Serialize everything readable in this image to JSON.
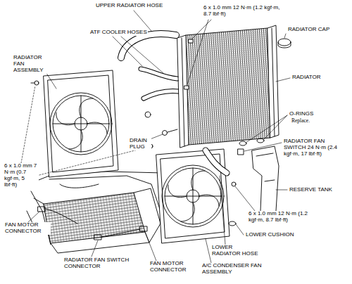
{
  "diagram": {
    "labels": [
      "UPPER RADIATOR HOSE",
      "6 x 1.0 mm 12 N·m (1.2 kgf·m, 8.7 lbf·ft)",
      "ATF COOLER HOSES",
      "RADIATOR CAP",
      "RADIATOR FAN ASSEMBLY",
      "RADIATOR",
      "O-RINGS",
      "Replace.",
      "DRAIN PLUG",
      "RADIATOR FAN SWITCH 24 N·m (2.4 kgf·m, 17 lbf·ft)",
      "6 x 1.0 mm 7 N·m (0.7 kgf·m, 5 lbf·ft)",
      "RESERVE TANK",
      "6 x 1.0 mm 12 N·m (1.2 kgf·m, 8.7 lbf·ft)",
      "LOWER CUSHION",
      "FAN MOTOR CONNECTOR",
      "LOWER RADIATOR HOSE",
      "RADIATOR FAN SWITCH CONNECTOR",
      "FAN MOTOR CONNECTOR",
      "A/C CONDENSER FAN ASSEMBLY"
    ]
  }
}
